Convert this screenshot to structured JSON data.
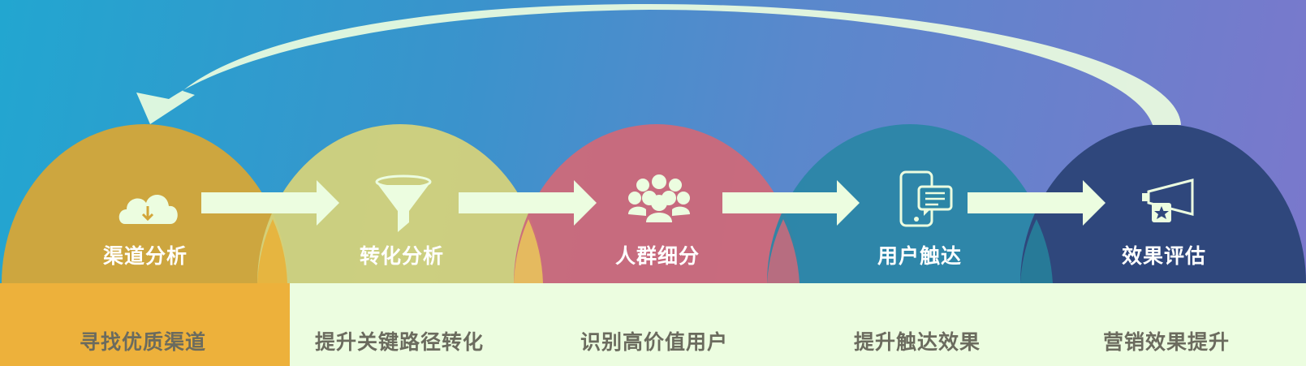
{
  "stages": [
    {
      "label": "渠道分析",
      "goal": "寻找优质渠道",
      "color": "#d3a63a",
      "icon": "cloud-download-icon"
    },
    {
      "label": "转化分析",
      "goal": "提升关键路径转化",
      "color": "#d4d27b",
      "icon": "funnel-icon"
    },
    {
      "label": "人群细分",
      "goal": "识别高价值用户",
      "color": "#cb6a7b",
      "icon": "people-group-icon"
    },
    {
      "label": "用户触达",
      "goal": "提升触达效果",
      "color": "#2b86a6",
      "icon": "phone-message-icon"
    },
    {
      "label": "效果评估",
      "goal": "营销效果提升",
      "color": "#2f477c",
      "icon": "megaphone-star-icon"
    }
  ],
  "colors": {
    "arrow": "#ecfde0",
    "loop_arrow": "#ecfde0",
    "bottom_band": "#ecfde0",
    "bottom_first": "#edb13b",
    "goal_text": "#6b6b5e"
  }
}
